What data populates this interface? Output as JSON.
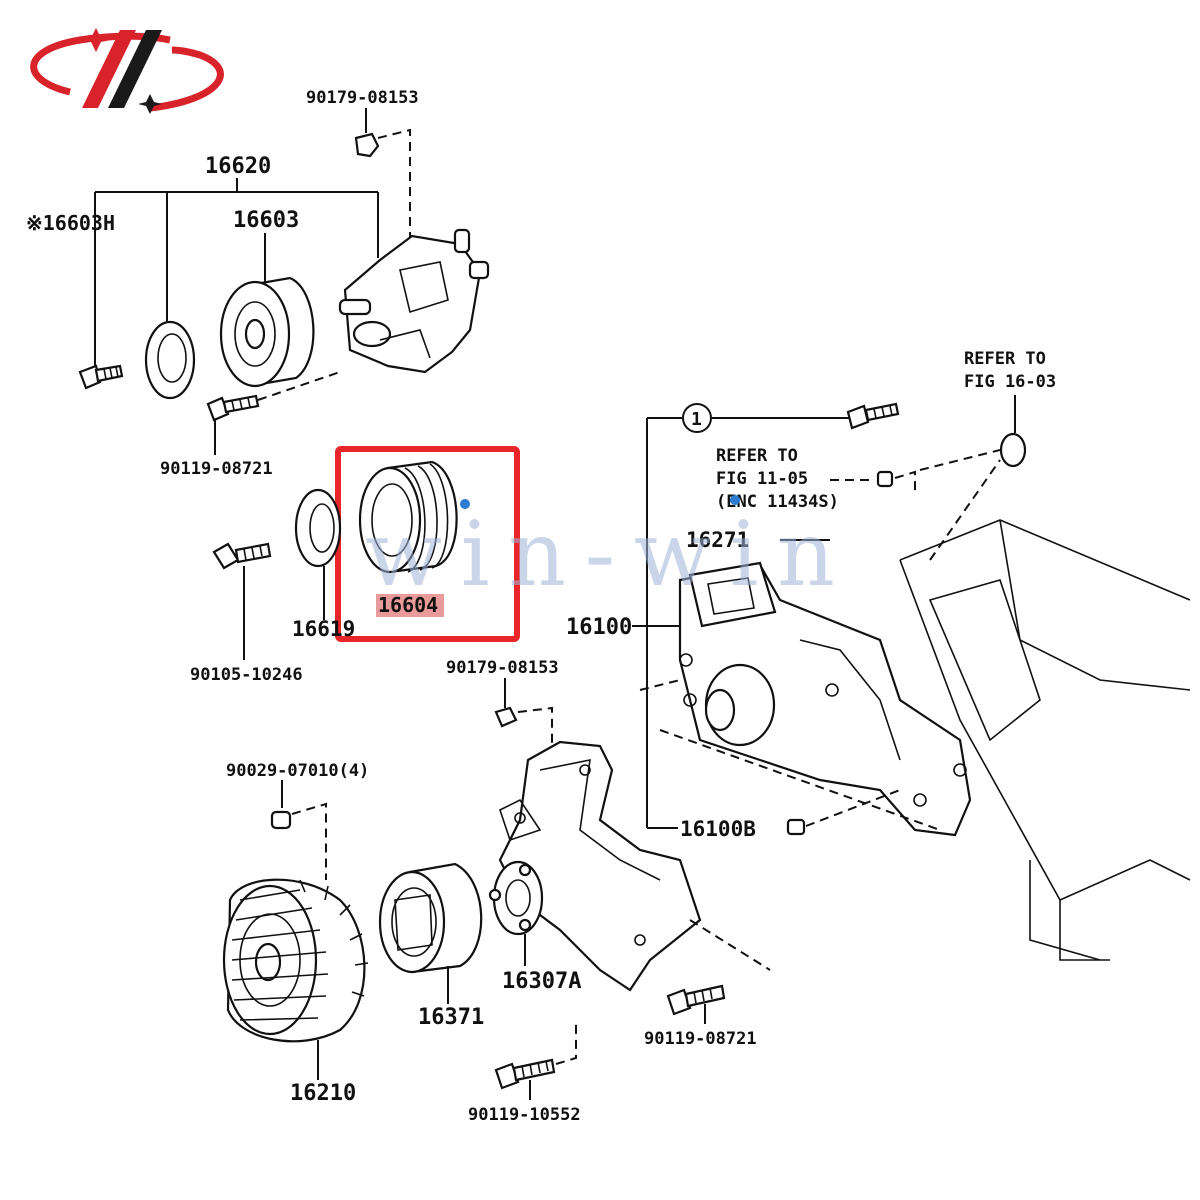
{
  "labels": {
    "p16620": "16620",
    "p16603H": "※16603H",
    "p16603": "16603",
    "b90179_top": "90179-08153",
    "b90119_upper": "90119-08721",
    "p16604": "16604",
    "p16619": "16619",
    "b90105": "90105-10246",
    "b90179_mid": "90179-08153",
    "b90029": "90029-07010(4)",
    "p16210": "16210",
    "p16371": "16371",
    "p16307A": "16307A",
    "b90119_lower": "90119-08721",
    "b90119_10552": "90119-10552",
    "p16100": "16100",
    "p16100B": "16100B",
    "p16271": "16271",
    "ref_circle_num": "1",
    "refer1_line1": "REFER TO",
    "refer1_line2": "FIG 16-03",
    "refer2_line1": "REFER TO",
    "refer2_line2": "FIG 11-05",
    "refer2_line3": "(ENC 11434S)"
  },
  "watermark": "win-win",
  "colors": {
    "highlight_box": "#e8262a",
    "highlight_label_bg": "#e99a9a",
    "watermark": "#9fb3d8",
    "logo_red": "#d8232a",
    "logo_black": "#1a1a1a"
  }
}
